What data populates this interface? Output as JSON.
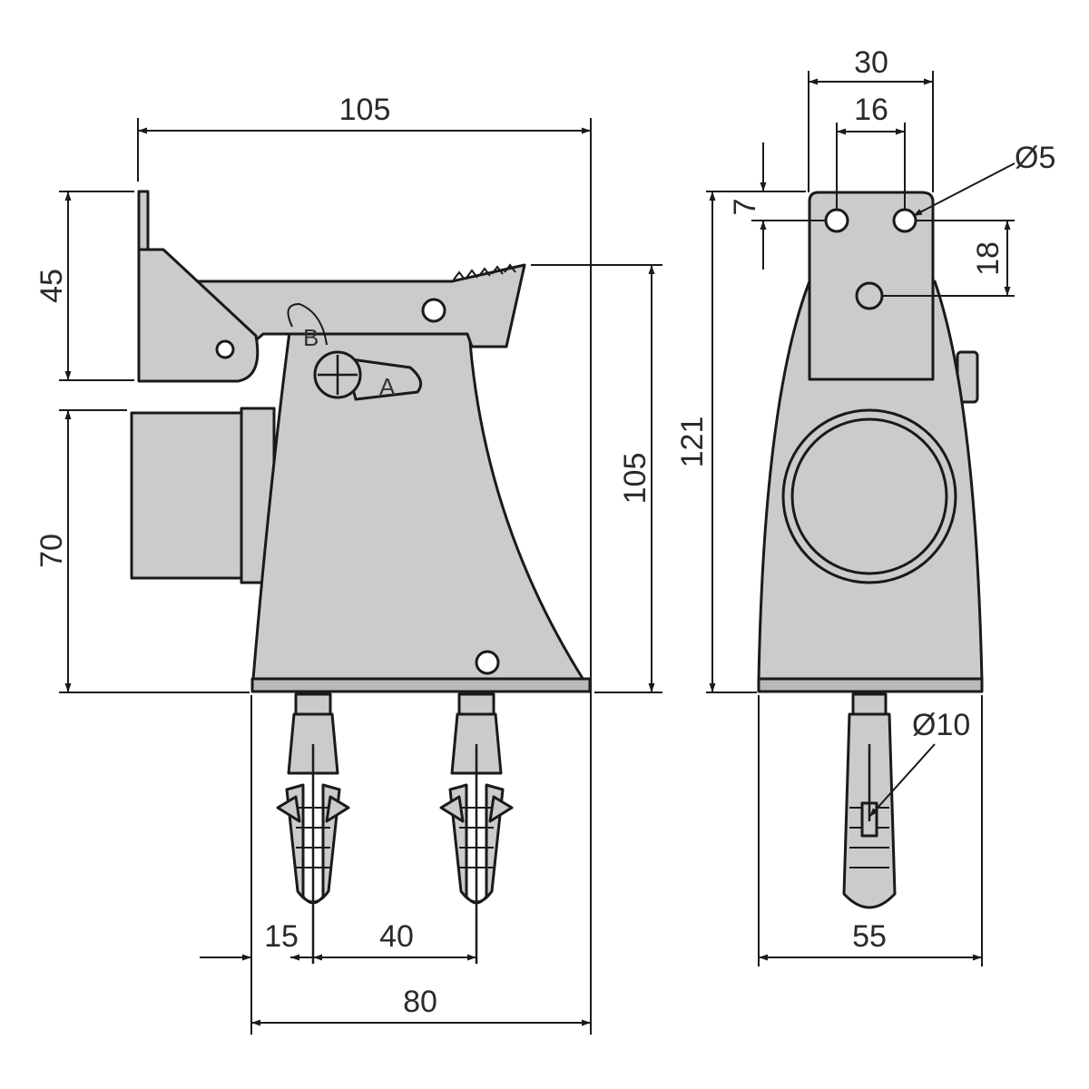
{
  "colors": {
    "part_fill": "#cbcbcb",
    "line": "#1a1a1a",
    "background": "#ffffff"
  },
  "side_view": {
    "overall_width": "105",
    "lever_height": "45",
    "body_height": "105",
    "pad_height": "70",
    "offset_first_anchor": "15",
    "anchor_spacing": "40",
    "base_width": "80",
    "pivot_label_b": "B",
    "pivot_label_a": "A"
  },
  "front_view": {
    "width_top": "30",
    "hole_spacing": "16",
    "hole_diameter": "Ø5",
    "hole_offset_top": "7",
    "hole_vertical_spacing": "18",
    "total_height": "121",
    "anchor_diameter": "Ø10",
    "base_width": "55"
  }
}
